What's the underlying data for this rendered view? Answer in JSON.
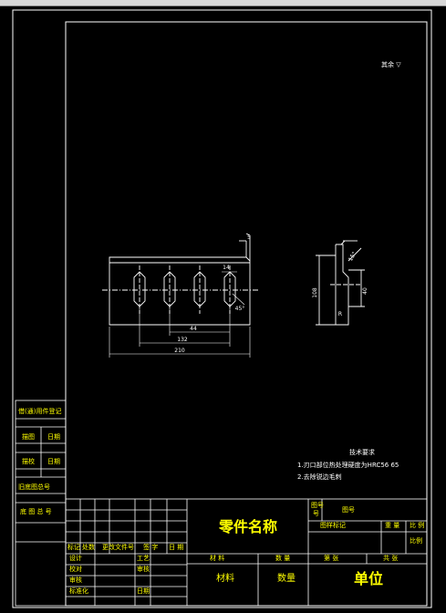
{
  "window": {
    "title_strip": ""
  },
  "part": {
    "dims": {
      "length": "210",
      "pitch_total": "132",
      "pitch": "44",
      "slot_width": "14",
      "thickness": "5",
      "angle": "45°"
    },
    "side_dims": {
      "height": "108",
      "offset": "40",
      "angle": "15°",
      "chamfer": "R"
    }
  },
  "roughness_note": "其余 ▽",
  "tech_requirements": {
    "title": "技术要求",
    "items": [
      "1.刃口部位热处理硬度为HRC56  65",
      "2.去除锐边毛刺"
    ]
  },
  "left_strip": {
    "labels": [
      "借(通)用件登记",
      "描图",
      "日期",
      "描校",
      "日期",
      "旧底图总号",
      "底 图 总 号"
    ]
  },
  "title_block": {
    "part_name": "零件名称",
    "drawing_no_label": "图号",
    "drawing_no": "图号",
    "drawing_no_side": "号",
    "stage_mark": "图样标记",
    "weight": "重 量",
    "scale": "比 例",
    "scale_value": "比例",
    "material_label": "材 料",
    "quantity_label": "数 量",
    "sheet_label": "第 张",
    "total_label": "共 张",
    "material": "材料",
    "quantity": "数量",
    "unit": "单位",
    "revision_headers": [
      "标记",
      "处数",
      "更改文件号",
      "签 字",
      "日 期"
    ],
    "sign_rows": [
      "设计",
      "校对",
      "审核",
      "标准化"
    ],
    "sign_right": [
      "工艺",
      "审核",
      "日期"
    ]
  }
}
